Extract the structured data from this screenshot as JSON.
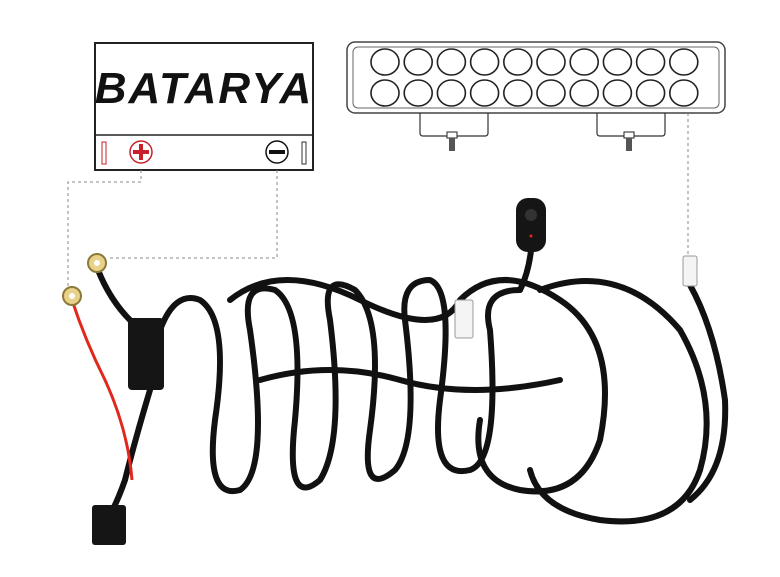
{
  "battery": {
    "label": "BATARYA",
    "positive_color": "#c8202a",
    "negative_color": "#111111"
  },
  "light_bar": {
    "led_rows": 2,
    "leds_per_row": 10
  },
  "colors": {
    "cable": "#111111",
    "positive_wire": "#e0281e",
    "dashed": "#888888"
  }
}
